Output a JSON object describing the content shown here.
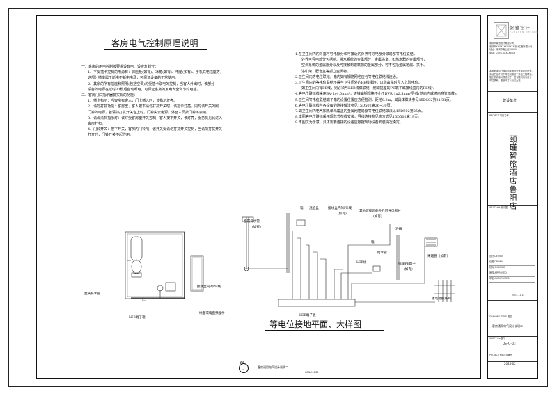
{
  "left": {
    "title": "客房电气控制原理说明",
    "paragraphs": [
      "一、客房的用电控制按要求设有电、设夜灯划分：",
      "1、不受插卡控制的电源有：保险柜(如有)、冰箱(如有)、电脑(如有)、手机充电插座等，",
      "这部分插座属于断电不断电电源，可保证设备的正常使用。",
      "2、其余的所有插座和照明(包括空调)均受插卡取电的控制，当客人外出时，该部分",
      "设备的电源在延时30秒后自动断电，可保证客房的用电安全和节约电能。",
      "二、客房门口指示器要实现的功能：",
      "1、插卡指示：当客房有客人，门卡插入时，该指示灯亮。",
      "2、请勿打扰功能：客房里，客人按下请勿打扰开关时，该指示灯亮，同时该开关的照",
      "门铃的电源，若请勿打扰开关合上时，门铃失去电源，外面人员按门铃不会响。",
      "3、请即清扫指示灯：该灯受客房里开关控制，客人按下开关，该灯亮，服务员见此进入",
      "客房打扫。",
      "4、门铃开关：按下开关，客房内门铃响，该开关受请勿打扰开关控制，当请勿打扰开关",
      "打开时，门铃开关不起作用。"
    ]
  },
  "right": {
    "paragraphs": [
      "1.在卫生间内的外露可导电部分和可接近的外界可导电部分做局部等电位联结。",
      "外界可导电部分包括给、排水系统的金属部分，金属浴室、如热水器的金属部分，",
      "空调系统的金属部分以及可接触到建筑物的金属部分，可不包括金属地漏、扶手、",
      "浴巾架、肥皂盒等孤立金属物。",
      "2.卫生间内等电位联结，箱内如有钢筋网也应与等电位联结线连通。",
      "3.卫生间内的等电位联结不得与卫生间外的PE线相连，以防故障时引入危险电位。",
      "如卫生间内有PE线，则必须与LEB线做联结（例如插座的PE端子或接线盒内的PE线）。",
      "4.等电位联结线采用BV-1x4.0mm²，镀锌扁钢规格不小于BVR-1x2.5mm²导线(地面内或墙内穿管暗敷)。",
      "5.卫生间等电位联结端子箱的设置位置应方便检测，距地0.3m，其具体做法参见15D502第21/31页。",
      "6.等电位联结线与各设备的连接做法参见15D502第26~30页。",
      "7.如卫生间内电气加热单元覆盖的金属网格局部等电位联结做法见15D502第25页。",
      "8.本图等电位联结采用规范式布线安装，导线连接参见施方式见15D502第19页。",
      "9.本图仅为示意，具体需要连接的设备应根据现场设备安装情况确定。"
    ]
  },
  "drawing": {
    "title": "等电位接地平面、大样图",
    "labels": {
      "metal_drain": "金属排水管",
      "metal_drain_note": "(如有)",
      "metal_drain2": "金属排水管",
      "ground_line": "接线盒内的PE线",
      "leb_box": "LEB端子箱",
      "floor_steel": "地面或墙面预埋件",
      "wall1": "墙",
      "washbasin": "洗脸盆",
      "junction_pe": "接线盒内的PE线",
      "junction_pe_note": "(如有)",
      "other_metal": "其他可接近的外界可导电部分",
      "other_metal_note": "(如有)",
      "bath": "浴器",
      "wall2": "墙",
      "water_supply": "给水管",
      "leb_line": "LEB线",
      "socket_pe": "插座PE端子",
      "socket_pe_note": "(如有)",
      "heating_pipe": "采暖管（如有）",
      "steel_net": "建筑物钢筋网",
      "leb_board": "LEB端子板"
    }
  },
  "title_block": {
    "logo_text": "絮雅设计",
    "logo_sub": "YANZUEN DESIGN",
    "company_lines": [
      "深圳市絮雅设计有限公司",
      "深圳市XXXXXXXXXXXX设计工程有限公司",
      "地址：深圳市南山区XXXXX",
      "电话：0755-XXXXXXXX"
    ],
    "notes_lines": [
      "本图纸版权归深圳市絮雅设计有限公司所有。",
      "未经书面许可不得复制或用于其他工程项目。",
      "施工前请核对现场尺寸，如有疑问请与设计",
      "单位联系。图纸尺寸以标注为准。"
    ],
    "client_label": "建设单位",
    "project_label": "PROJECT 项目名称",
    "project_name": "颐瑾智旅酒店鲁阳店",
    "key_plan": "KEY PLAN 索引图",
    "rows": [
      "设计 DESIGN",
      "绘图 DRAWN",
      "校对 CHECKED",
      "审核 APPROVED",
      "审定 AUTHORIZED"
    ],
    "date": "2023.11.14",
    "drawing_title_label": "DRAWING TITLE 图名",
    "drawing_title": "客房通用电气设计说明二",
    "sheet_label": "SHEET No 图号",
    "sheet_no": "DS-KF-03",
    "project_no_label": "PROJECT No 项目编号",
    "project_no": "2024-02"
  },
  "footer": {
    "badge": "FF",
    "badge_sub": "--",
    "title": "客房通用电气设计说明二",
    "scale": "SCALE: 1/60"
  }
}
